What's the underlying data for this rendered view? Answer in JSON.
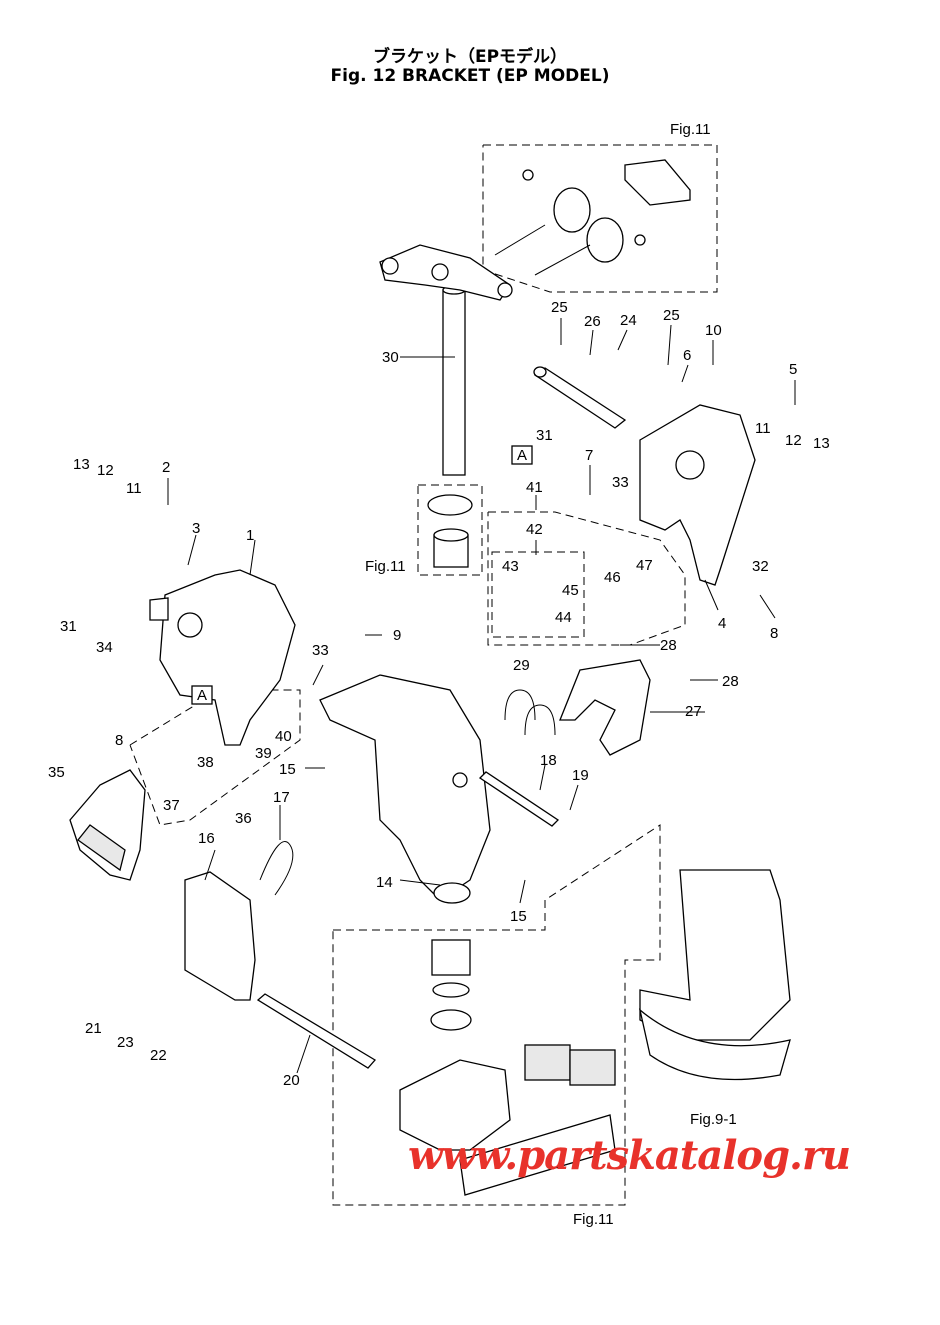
{
  "title_jp": "ブラケット（EPモデル）",
  "title_en": "Fig. 12  BRACKET (EP MODEL)",
  "figure_refs": [
    "Fig.11",
    "Fig.11",
    "Fig.9-1",
    "Fig.11"
  ],
  "section_marks": [
    "A",
    "A"
  ],
  "watermark": "www.partskatalog.ru",
  "callouts": [
    "1",
    "2",
    "3",
    "4",
    "5",
    "6",
    "7",
    "8",
    "8",
    "9",
    "10",
    "11",
    "11",
    "12",
    "12",
    "13",
    "13",
    "14",
    "15",
    "15",
    "16",
    "17",
    "18",
    "19",
    "20",
    "21",
    "22",
    "23",
    "24",
    "25",
    "25",
    "26",
    "27",
    "28",
    "28",
    "29",
    "30",
    "31",
    "31",
    "32",
    "33",
    "33",
    "34",
    "35",
    "36",
    "37",
    "38",
    "39",
    "40",
    "41",
    "42",
    "43",
    "44",
    "45",
    "46",
    "47"
  ],
  "colors": {
    "line": "#000000",
    "watermark": "#e8322b",
    "shade": "#e8e8e8"
  }
}
